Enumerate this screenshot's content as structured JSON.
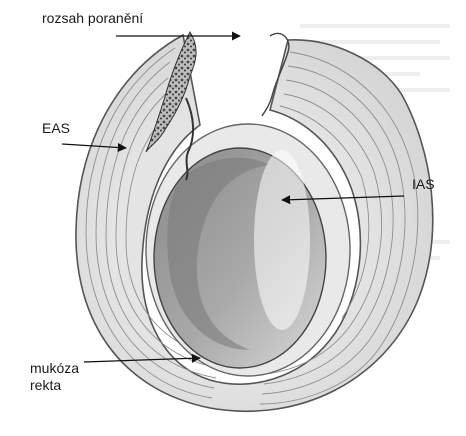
{
  "labels": {
    "injury": "rozsah poranění",
    "eas": "EAS",
    "ias": "IAS",
    "mucosa_line1": "mukóza",
    "mucosa_line2": "rekta"
  }
}
